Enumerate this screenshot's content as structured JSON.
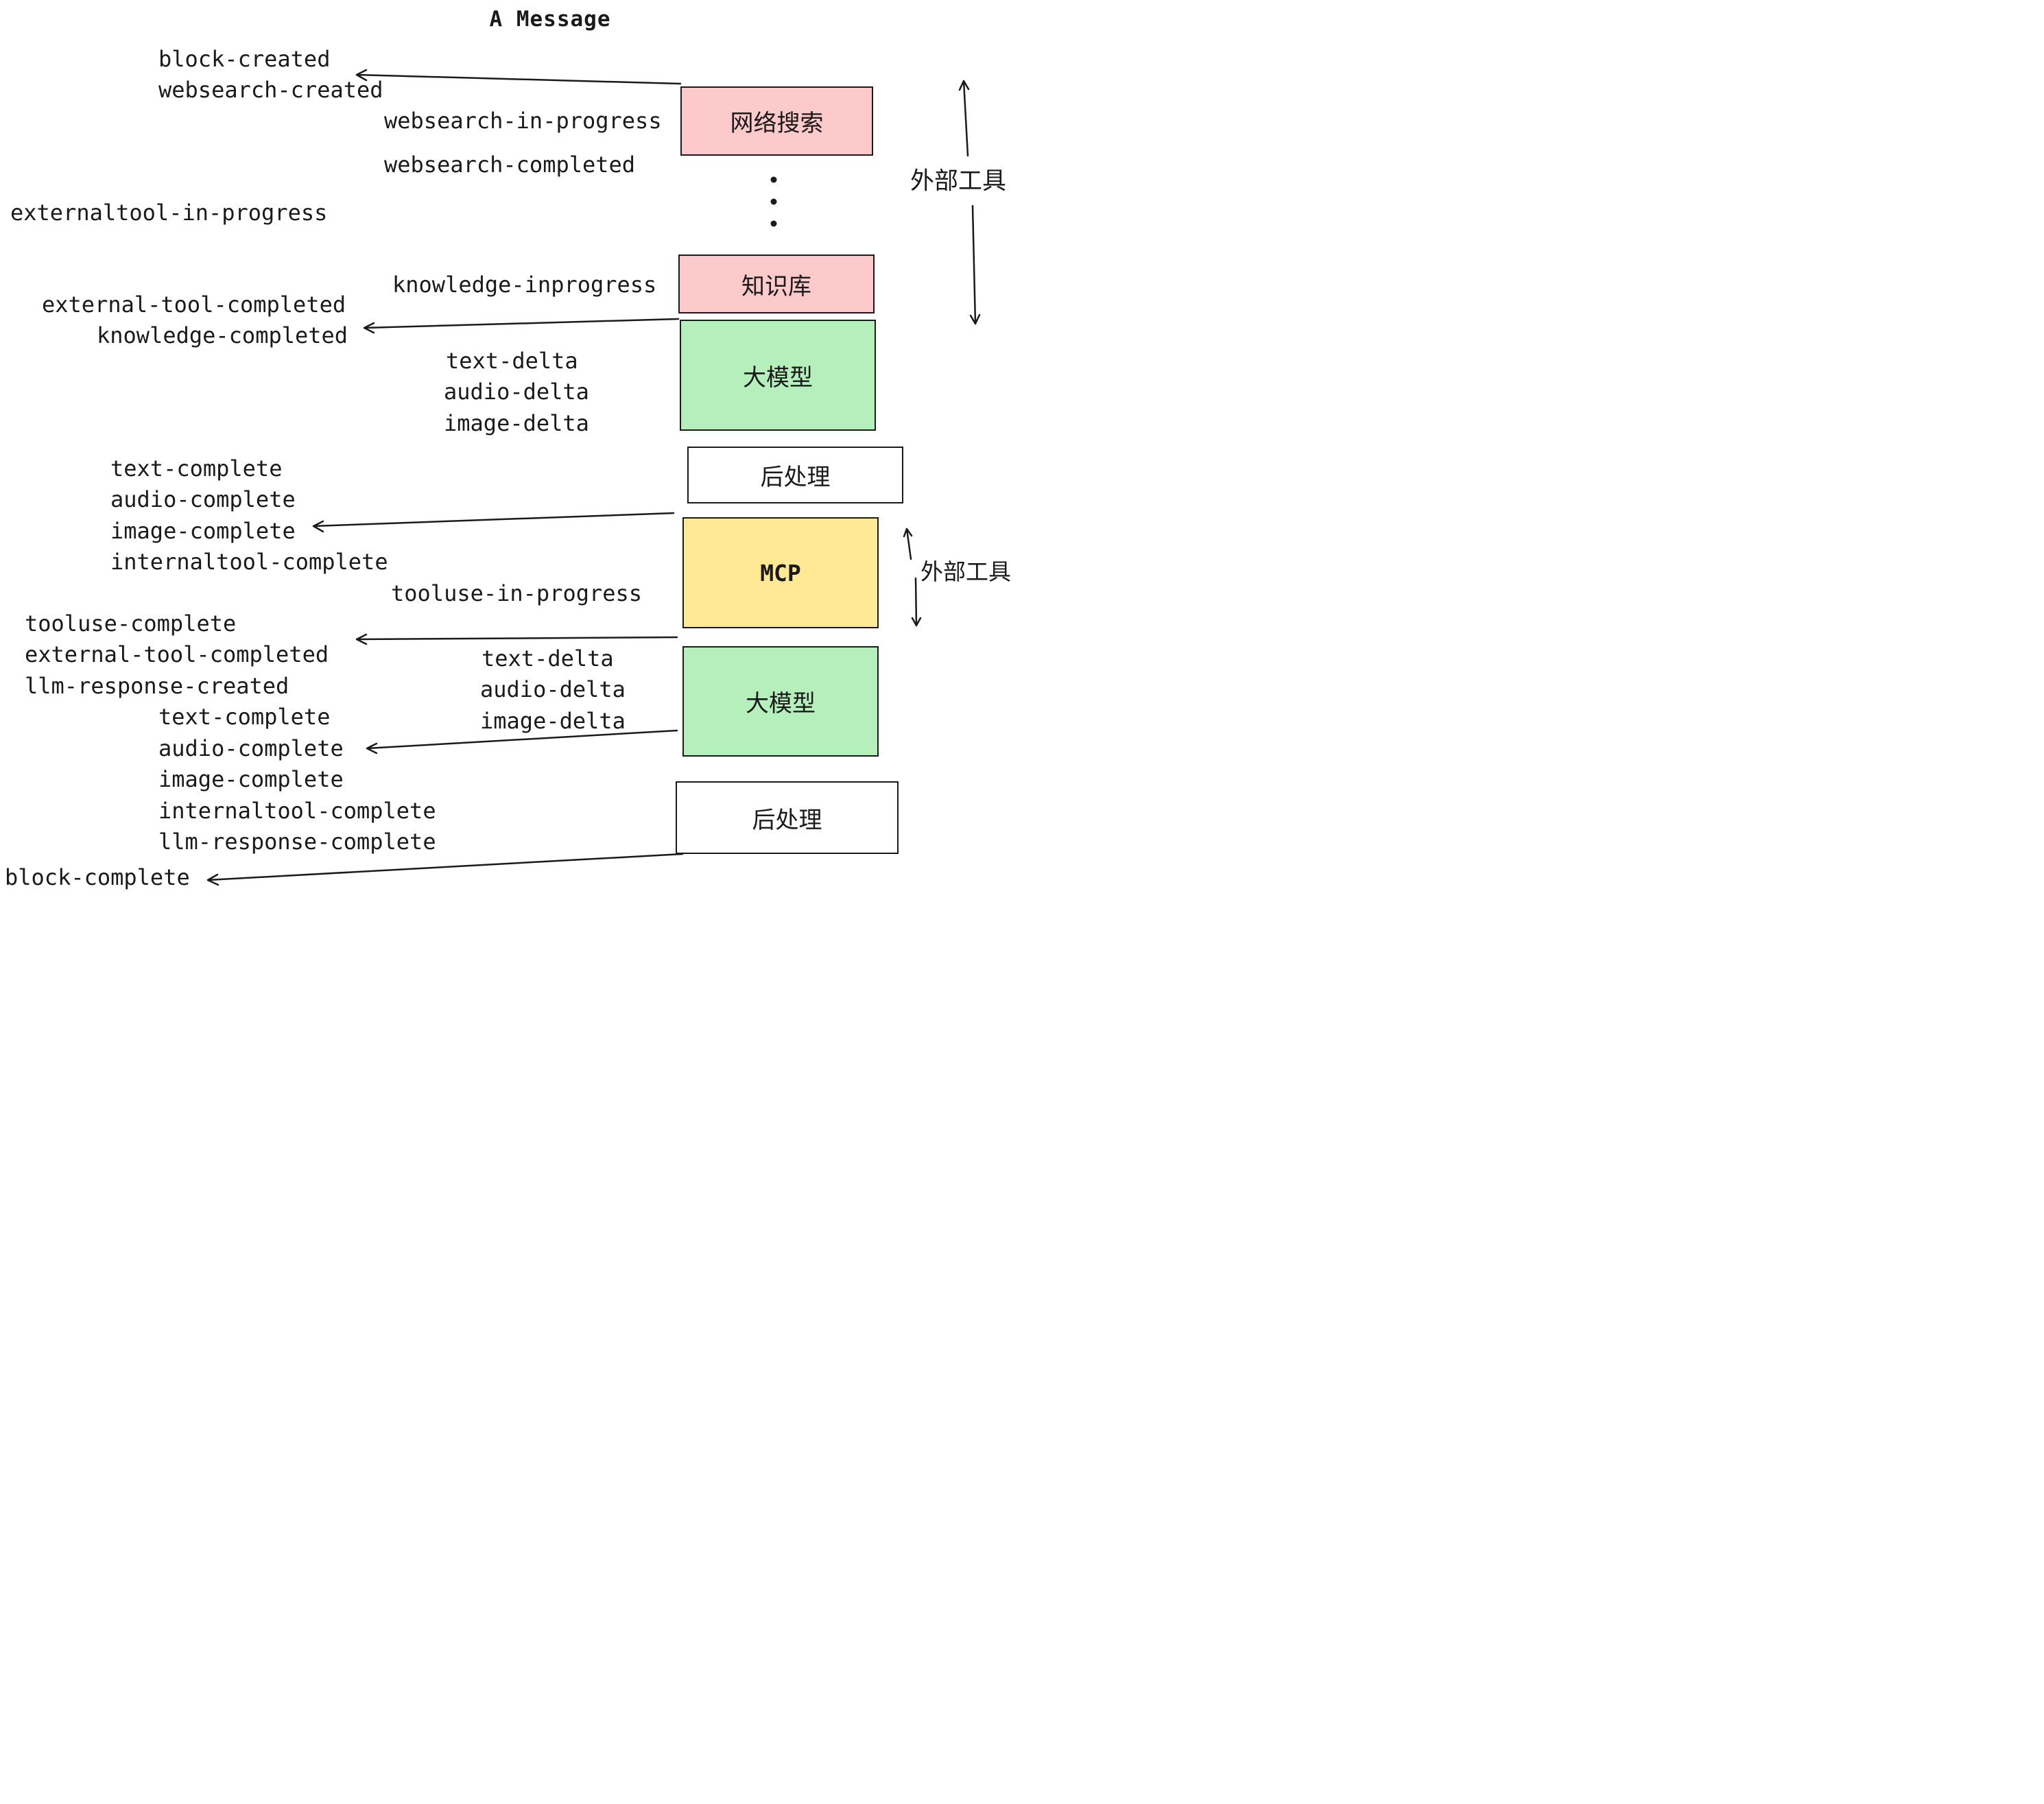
{
  "title": "A Message",
  "colors": {
    "pink": "#fccaca",
    "green": "#b5f0bc",
    "yellow": "#ffe994",
    "white": "#ffffff",
    "line": "#1b1b1b",
    "text": "#1a1a1a"
  },
  "boxes": {
    "websearch": "网络搜索",
    "knowledge": "知识库",
    "llm1": "大模型",
    "post1": "后处理",
    "mcp": "MCP",
    "llm2": "大模型",
    "post2": "后处理"
  },
  "side_labels": {
    "external_tools_top": "外部工具",
    "external_tools_mid": "外部工具"
  },
  "events": {
    "block_created": "block-created",
    "websearch_created": "websearch-created",
    "websearch_in_progress": "websearch-in-progress",
    "websearch_completed": "websearch-completed",
    "externaltool_in_progress": "externaltool-in-progress",
    "knowledge_inprogress": "knowledge-inprogress",
    "external_tool_completed": "external-tool-completed",
    "knowledge_completed": "knowledge-completed",
    "text_delta_1": "text-delta",
    "audio_delta_1": "audio-delta",
    "image_delta_1": "image-delta",
    "text_complete_1": "text-complete",
    "audio_complete_1": "audio-complete",
    "image_complete_1": "image-complete",
    "internaltool_complete_1": "internaltool-complete",
    "tooluse_in_progress": "tooluse-in-progress",
    "tooluse_complete": "tooluse-complete",
    "external_tool_completed_2": "external-tool-completed",
    "llm_response_created": "llm-response-created",
    "text_delta_2": "text-delta",
    "audio_delta_2": "audio-delta",
    "image_delta_2": "image-delta",
    "text_complete_2": "text-complete",
    "audio_complete_2": "audio-complete",
    "image_complete_2": "image-complete",
    "internaltool_complete_2": "internaltool-complete",
    "llm_response_complete": "llm-response-complete",
    "block_complete": "block-complete"
  }
}
